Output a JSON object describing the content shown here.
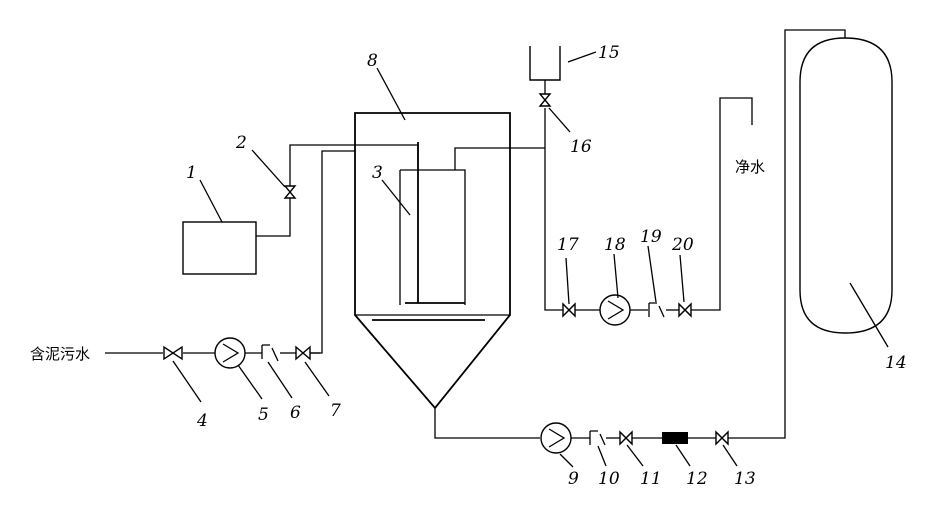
{
  "labels": {
    "n1": "1",
    "n2": "2",
    "n3": "3",
    "n4": "4",
    "n5": "5",
    "n6": "6",
    "n7": "7",
    "n8": "8",
    "n9": "9",
    "n10": "10",
    "n11": "11",
    "n12": "12",
    "n13": "13",
    "n14": "14",
    "n15": "15",
    "n16": "16",
    "n17": "17",
    "n18": "18",
    "n19": "19",
    "n20": "20"
  },
  "streams": {
    "inlet": "含泥污水",
    "outlet": "净水"
  }
}
